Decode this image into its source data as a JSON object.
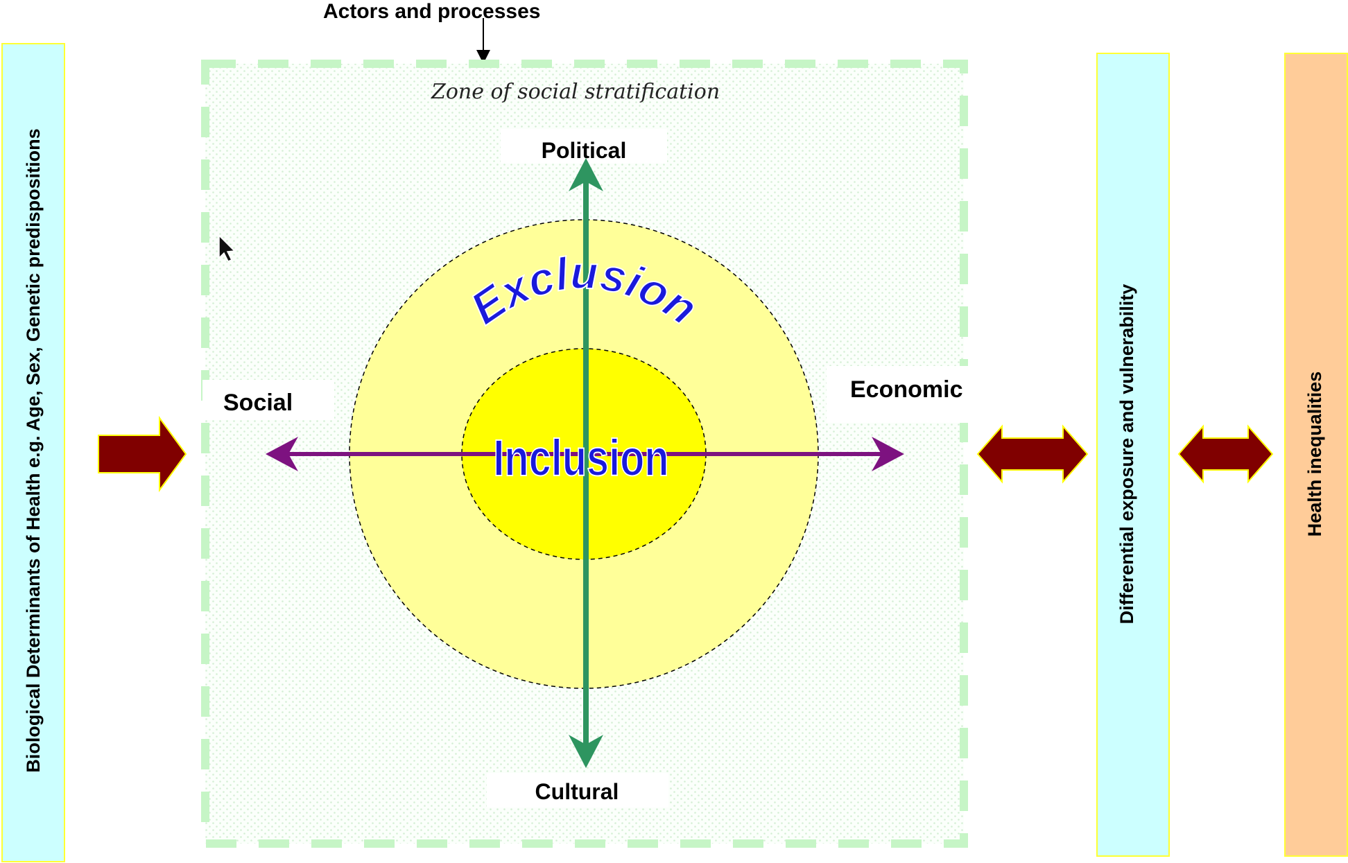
{
  "top": {
    "actors_label": "Actors and processes"
  },
  "zone": {
    "title": "Zone of social stratification"
  },
  "axes": {
    "political": "Political",
    "cultural": "Cultural",
    "social": "Social",
    "economic": "Economic"
  },
  "circles": {
    "outer": "Exclusion",
    "inner": "Inclusion"
  },
  "side_boxes": {
    "biological": "Biological Determinants of Health e.g. Age, Sex, Genetic predispositions",
    "exposure": "Differential exposure and vulnerability",
    "inequalities": "Health inequalities"
  },
  "colors": {
    "zone_border": "#c6f5c6",
    "outer_circle": "#ffff99",
    "inner_circle": "#ffff00",
    "vertical_axis": "#2e9560",
    "horizontal_axis": "#7d1280",
    "arrows": "#800000",
    "arrow_outline": "#ffff00",
    "circle_text": "#1a1adb",
    "cyan_box": "#ccffff",
    "orange_box": "#ffcc99",
    "box_border": "#ffff33"
  }
}
